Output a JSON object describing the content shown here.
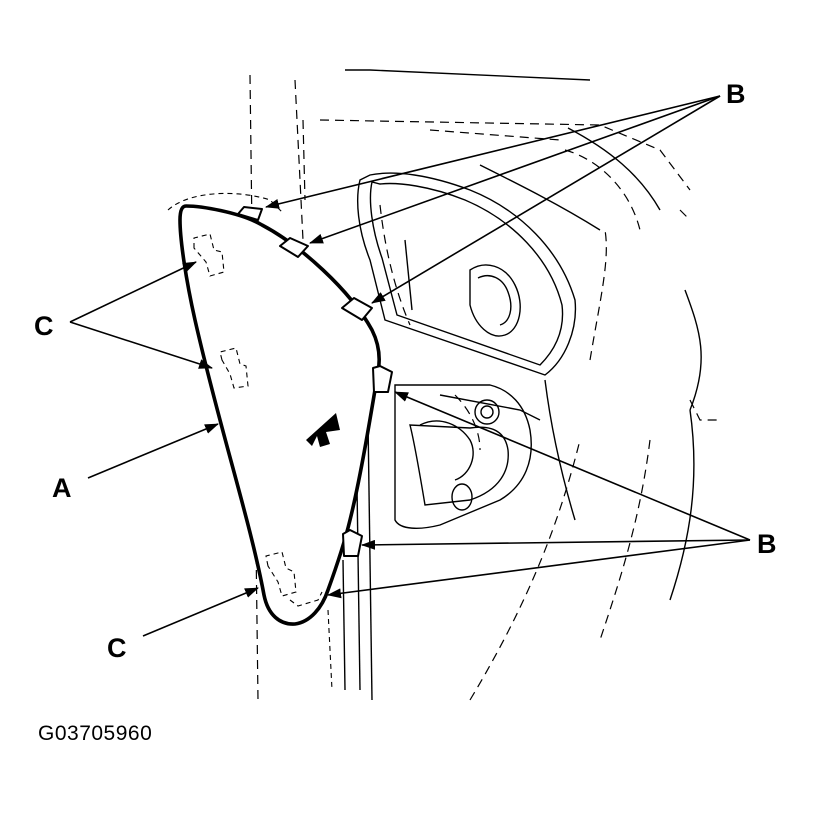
{
  "figure": {
    "code": "G03705960"
  },
  "callouts": {
    "A": "A",
    "B_top": "B",
    "B_right": "B",
    "C_left": "C",
    "C_bottom": "C"
  }
}
